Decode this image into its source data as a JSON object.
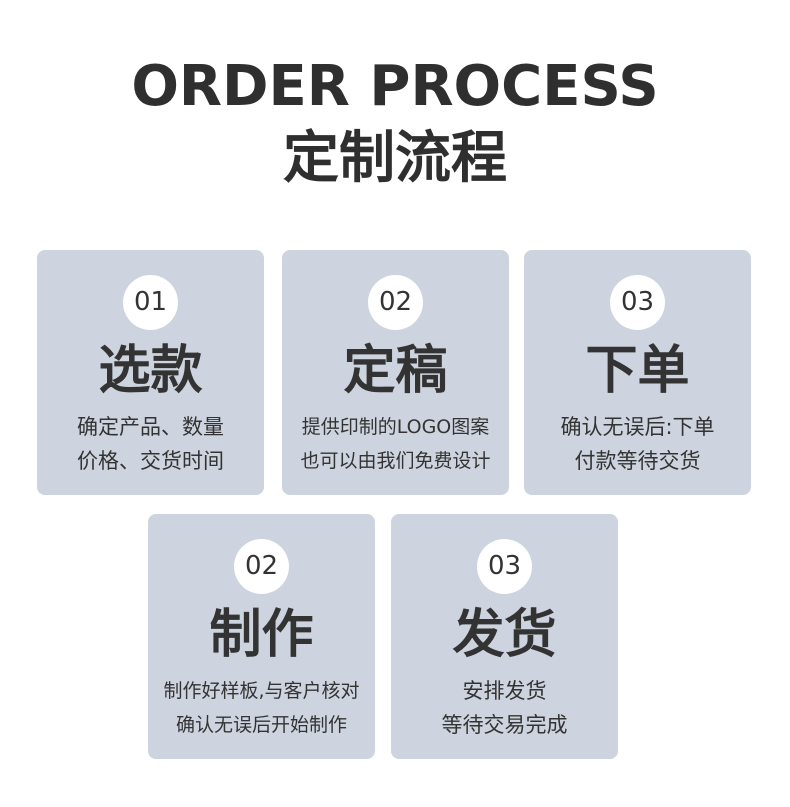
{
  "header": {
    "title_en": "ORDER PROCESS",
    "title_cn": "定制流程"
  },
  "steps": [
    {
      "number": "01",
      "title": "选款",
      "line1": "确定产品、数量",
      "line2": "价格、交货时间"
    },
    {
      "number": "02",
      "title": "定稿",
      "line1": "提供印制的LOGO图案",
      "line2": "也可以由我们免费设计"
    },
    {
      "number": "03",
      "title": "下单",
      "line1": "确认无误后:下单",
      "line2": "付款等待交货"
    },
    {
      "number": "02",
      "title": "制作",
      "line1": "制作好样板,与客户核对",
      "line2": "确认无误后开始制作"
    },
    {
      "number": "03",
      "title": "发货",
      "line1": "安排发货",
      "line2": "等待交易完成"
    }
  ]
}
